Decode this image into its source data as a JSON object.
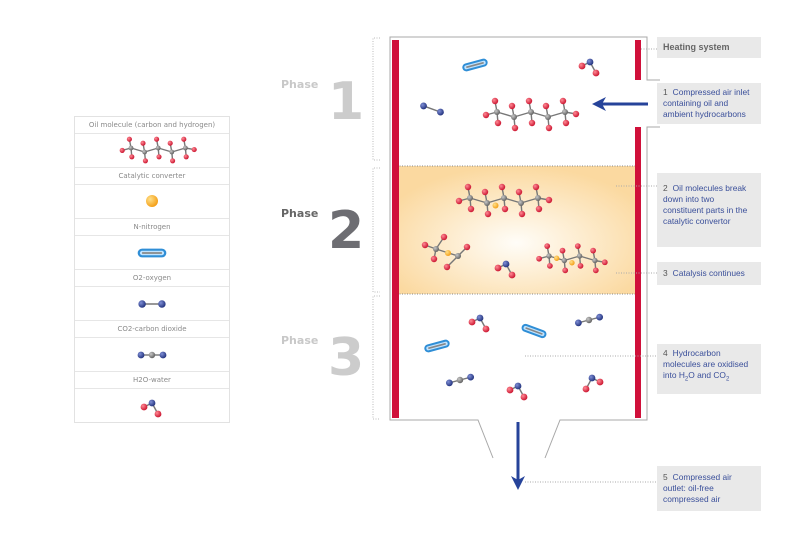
{
  "legend": {
    "items": [
      {
        "label": "Oil molecule (carbon and hydrogen)",
        "icon": "oil-molecule"
      },
      {
        "label": "Catalytic converter",
        "icon": "catalyst-atom"
      },
      {
        "label": "N-nitrogen",
        "icon": "nitrogen-molecule"
      },
      {
        "label": "O2-oxygen",
        "icon": "oxygen-molecule"
      },
      {
        "label": "CO2-carbon dioxide",
        "icon": "carbon-dioxide-molecule"
      },
      {
        "label": "H2O-water",
        "icon": "water-molecule"
      }
    ]
  },
  "phases": [
    {
      "word": "Phase",
      "number": "1"
    },
    {
      "word": "Phase",
      "number": "2"
    },
    {
      "word": "Phase",
      "number": "3"
    }
  ],
  "callouts": {
    "heating": "Heating system",
    "steps": [
      {
        "num": "1",
        "text": "Compressed air inlet containing oil and ambient hydrocarbons"
      },
      {
        "num": "2",
        "text": "Oil molecules break down into two constituent parts in the catalytic convertor"
      },
      {
        "num": "3",
        "text": "Catalysis continues"
      },
      {
        "num": "4",
        "text_a": "Hydrocarbon molecules are oxidised into H",
        "sub_a": "2",
        "text_b": "O and CO",
        "sub_b": "2"
      },
      {
        "num": "5",
        "text": "Compressed air outlet: oil-free compressed air"
      }
    ]
  },
  "colors": {
    "heater_red": "#d0103a",
    "arrow_blue": "#26439a",
    "hydrogen_red": "#d8283c",
    "carbon_gray": "#7d7d7d",
    "catalyst_orange": "#f5a623",
    "nitrogen_blue": "#4aa3e0",
    "oxygen_navy": "#2d3f8f",
    "callout_bg": "#e9e9e9",
    "callout_text": "#3a4f9a"
  }
}
